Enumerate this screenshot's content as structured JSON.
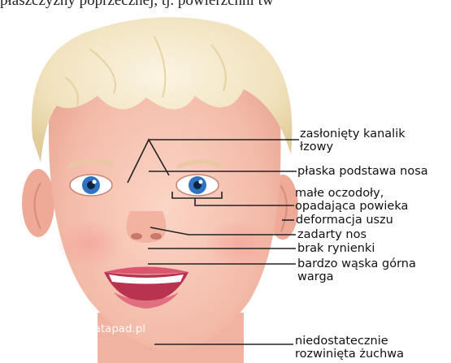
{
  "caption": "płaszczyzny poprzecznej, tj. powierzchni tw",
  "watermark": "© tatapad.pl",
  "labels": [
    {
      "id": "tear-duct",
      "lines": [
        "zasłonięty kanalik",
        "łzowy"
      ]
    },
    {
      "id": "nasal-bridge",
      "lines": [
        "płaska podstawa nosa"
      ]
    },
    {
      "id": "eye-sockets",
      "lines": [
        "małe oczodoły,",
        "opadająca powieka"
      ]
    },
    {
      "id": "ears",
      "lines": [
        "deformacja uszu"
      ]
    },
    {
      "id": "nose",
      "lines": [
        "zadarty nos"
      ]
    },
    {
      "id": "philtrum",
      "lines": [
        "brak rynienki"
      ]
    },
    {
      "id": "lip",
      "lines": [
        "bardzo wąska górna",
        "warga"
      ]
    },
    {
      "id": "jaw",
      "lines": [
        "niedostatecznie",
        "rozwinięta żuchwa"
      ]
    }
  ],
  "colors": {
    "skin": "#f6c3b3",
    "skin_shadow": "#e9a593",
    "hair": "#f3e6c4",
    "iris": "#2f73c2",
    "lips": "#d9566e",
    "line": "#222222"
  }
}
